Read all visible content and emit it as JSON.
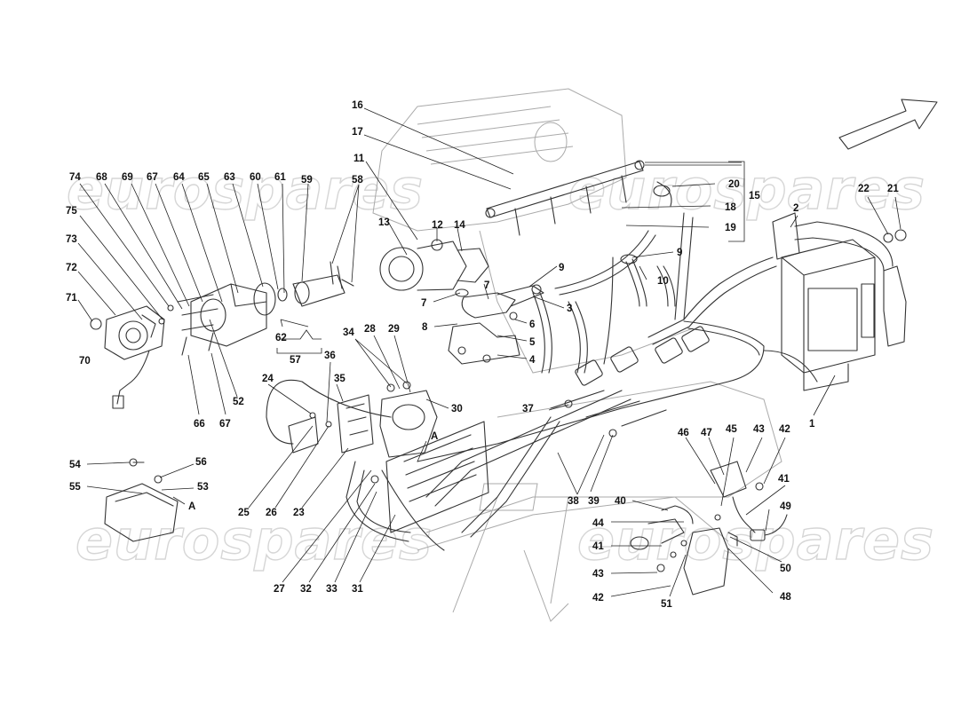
{
  "watermarks": [
    "eurospares",
    "eurospares",
    "eurospares",
    "eurospares"
  ],
  "view_marker": "A",
  "callouts": [
    {
      "id": "c16",
      "label": "16"
    },
    {
      "id": "c17",
      "label": "17"
    },
    {
      "id": "c11",
      "label": "11"
    },
    {
      "id": "c13",
      "label": "13"
    },
    {
      "id": "c12",
      "label": "12"
    },
    {
      "id": "c14",
      "label": "14"
    },
    {
      "id": "c20",
      "label": "20"
    },
    {
      "id": "c15",
      "label": "15"
    },
    {
      "id": "c18",
      "label": "18"
    },
    {
      "id": "c19",
      "label": "19"
    },
    {
      "id": "c9a",
      "label": "9"
    },
    {
      "id": "c9b",
      "label": "9"
    },
    {
      "id": "c10",
      "label": "10"
    },
    {
      "id": "c7a",
      "label": "7"
    },
    {
      "id": "c7b",
      "label": "7"
    },
    {
      "id": "c3",
      "label": "3"
    },
    {
      "id": "c8",
      "label": "8"
    },
    {
      "id": "c6",
      "label": "6"
    },
    {
      "id": "c5",
      "label": "5"
    },
    {
      "id": "c4",
      "label": "4"
    },
    {
      "id": "c22",
      "label": "22"
    },
    {
      "id": "c21",
      "label": "21"
    },
    {
      "id": "c2",
      "label": "2"
    },
    {
      "id": "c1",
      "label": "1"
    },
    {
      "id": "c74",
      "label": "74"
    },
    {
      "id": "c68",
      "label": "68"
    },
    {
      "id": "c69",
      "label": "69"
    },
    {
      "id": "c67a",
      "label": "67"
    },
    {
      "id": "c64",
      "label": "64"
    },
    {
      "id": "c65",
      "label": "65"
    },
    {
      "id": "c63",
      "label": "63"
    },
    {
      "id": "c60",
      "label": "60"
    },
    {
      "id": "c61",
      "label": "61"
    },
    {
      "id": "c59",
      "label": "59"
    },
    {
      "id": "c58",
      "label": "58"
    },
    {
      "id": "c75",
      "label": "75"
    },
    {
      "id": "c73",
      "label": "73"
    },
    {
      "id": "c72",
      "label": "72"
    },
    {
      "id": "c71",
      "label": "71"
    },
    {
      "id": "c70",
      "label": "70"
    },
    {
      "id": "c62",
      "label": "62"
    },
    {
      "id": "c57",
      "label": "57"
    },
    {
      "id": "c52",
      "label": "52"
    },
    {
      "id": "c66",
      "label": "66"
    },
    {
      "id": "c67b",
      "label": "67"
    },
    {
      "id": "c34",
      "label": "34"
    },
    {
      "id": "c28",
      "label": "28"
    },
    {
      "id": "c29",
      "label": "29"
    },
    {
      "id": "c36",
      "label": "36"
    },
    {
      "id": "c24",
      "label": "24"
    },
    {
      "id": "c35",
      "label": "35"
    },
    {
      "id": "c30",
      "label": "30"
    },
    {
      "id": "c37",
      "label": "37"
    },
    {
      "id": "c54",
      "label": "54"
    },
    {
      "id": "c56",
      "label": "56"
    },
    {
      "id": "c55",
      "label": "55"
    },
    {
      "id": "c53",
      "label": "53"
    },
    {
      "id": "c25",
      "label": "25"
    },
    {
      "id": "c26",
      "label": "26"
    },
    {
      "id": "c23",
      "label": "23"
    },
    {
      "id": "c27",
      "label": "27"
    },
    {
      "id": "c32",
      "label": "32"
    },
    {
      "id": "c33",
      "label": "33"
    },
    {
      "id": "c31",
      "label": "31"
    },
    {
      "id": "c38",
      "label": "38"
    },
    {
      "id": "c39",
      "label": "39"
    },
    {
      "id": "c40",
      "label": "40"
    },
    {
      "id": "c46",
      "label": "46"
    },
    {
      "id": "c47",
      "label": "47"
    },
    {
      "id": "c45",
      "label": "45"
    },
    {
      "id": "c43a",
      "label": "43"
    },
    {
      "id": "c42a",
      "label": "42"
    },
    {
      "id": "c41a",
      "label": "41"
    },
    {
      "id": "c49",
      "label": "49"
    },
    {
      "id": "c44",
      "label": "44"
    },
    {
      "id": "c41b",
      "label": "41"
    },
    {
      "id": "c43b",
      "label": "43"
    },
    {
      "id": "c42b",
      "label": "42"
    },
    {
      "id": "c51",
      "label": "51"
    },
    {
      "id": "c50",
      "label": "50"
    },
    {
      "id": "c48",
      "label": "48"
    }
  ]
}
